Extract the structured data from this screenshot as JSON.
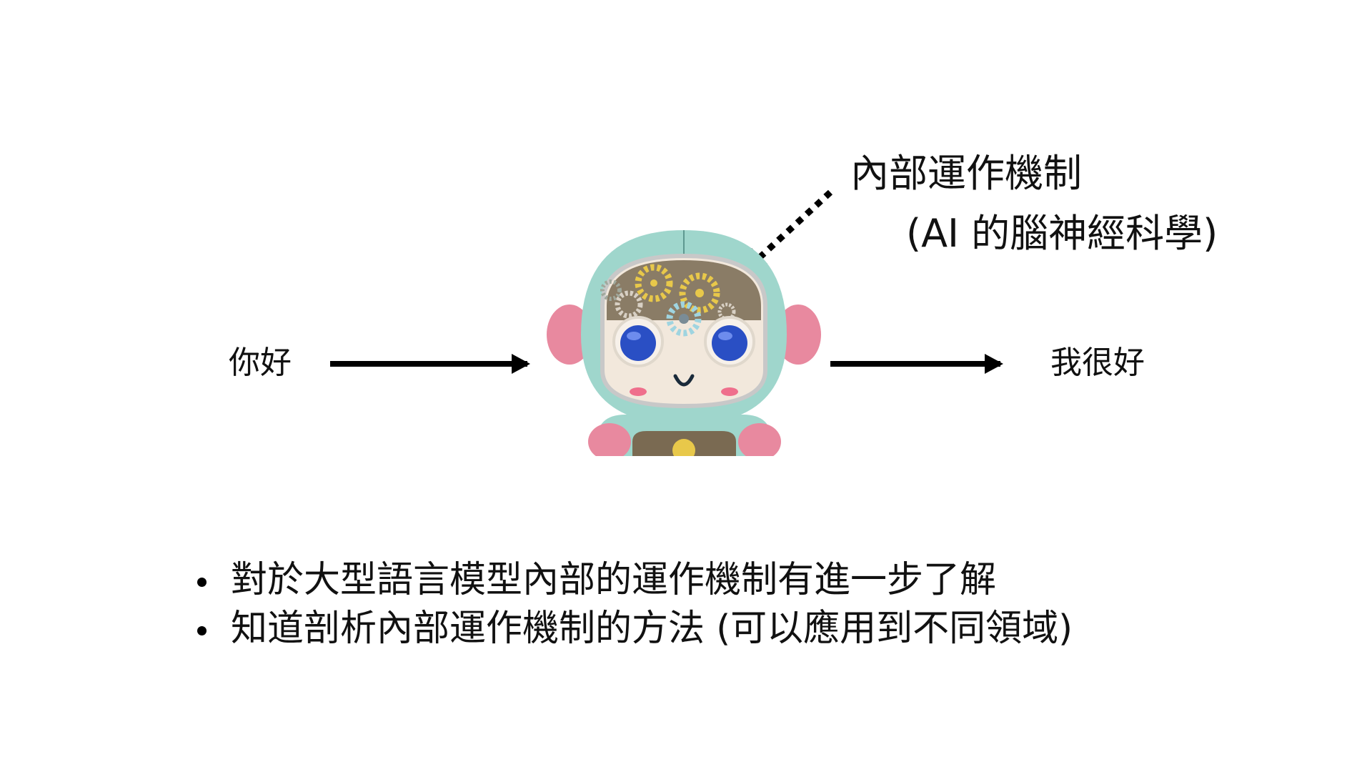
{
  "annotation": {
    "title": "內部運作機制",
    "subtitle": "(AI 的腦神經科學)"
  },
  "diagram": {
    "input_text": "你好",
    "output_text": "我很好",
    "model_image": "cute-robot-with-gears-in-head"
  },
  "bullets": [
    "對於大型語言模型內部的運作機制有進一步了解",
    "知道剖析內部運作機制的方法 (可以應用到不同領域)"
  ],
  "colors": {
    "background": "#ffffff",
    "text": "#111111",
    "robot_teal": "#9fd6cc",
    "robot_pink": "#e8899f",
    "gear_yellow": "#e8c84a",
    "eye_blue": "#2a4fc4"
  }
}
